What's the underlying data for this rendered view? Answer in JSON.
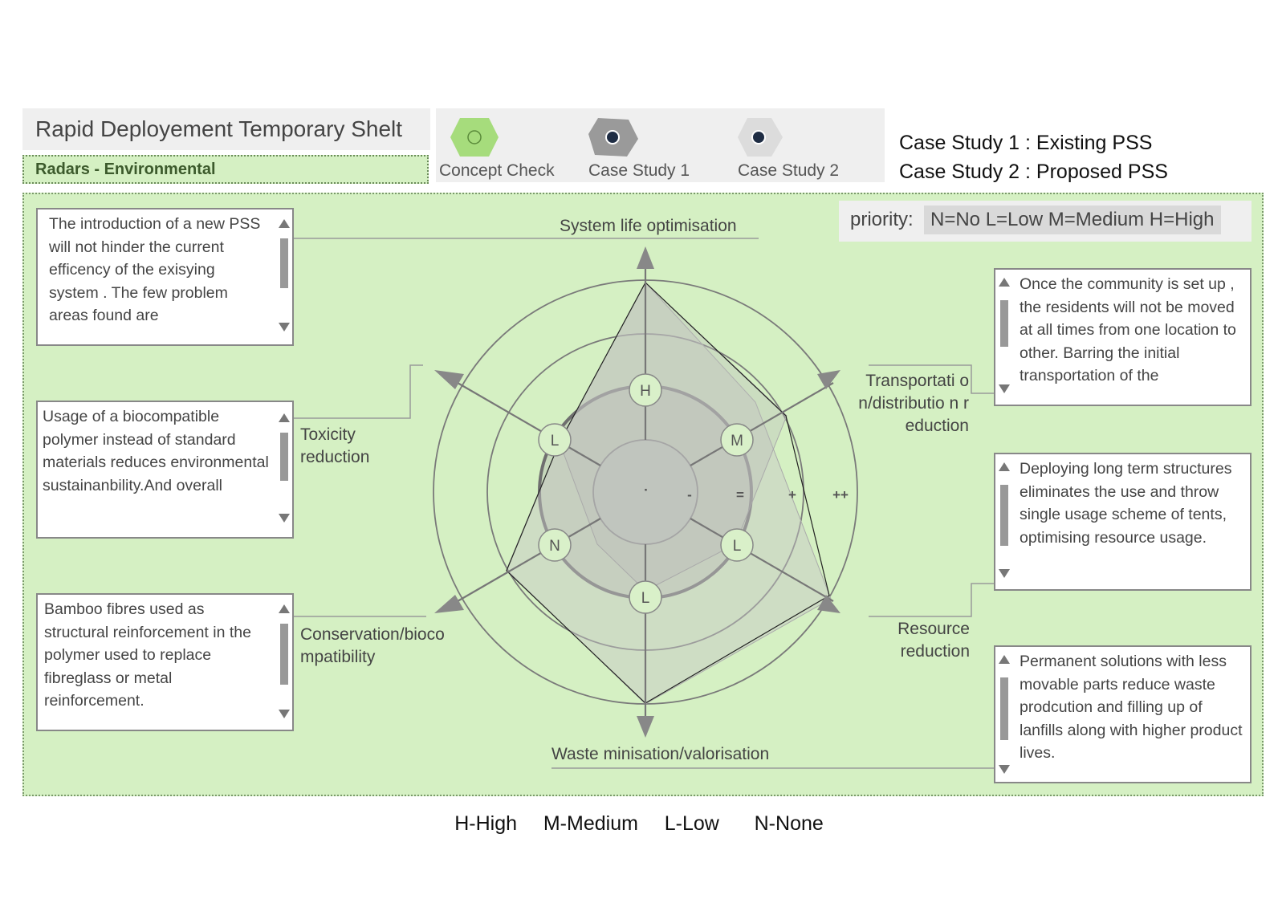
{
  "header": {
    "title": "Rapid Deployement Temporary Shelt",
    "section": "Radars - Environmental"
  },
  "legend": {
    "items": [
      {
        "label": "Concept Check",
        "icon": "concept-check-icon",
        "color": "#a6dc7c"
      },
      {
        "label": "Case Study 1",
        "icon": "case-study-1-icon",
        "color": "#9a9a9a"
      },
      {
        "label": "Case Study 2",
        "icon": "case-study-2-icon",
        "color": "#dcdcdc"
      }
    ]
  },
  "case_notes": [
    "Case Study 1 : Existing PSS",
    "Case Study 2 : Proposed PSS"
  ],
  "priority": {
    "label": "priority:",
    "values": "N=No  L=Low  M=Medium  H=High"
  },
  "notes": {
    "left_top": "The introduction of a new PSS will not hinder the current efficency of the exisying system . The few problem areas found are",
    "left_mid": "Usage of a biocompatible polymer instead of standard materials reduces environmental sustainanbility.And overall",
    "left_bottom": "Bamboo fibres used as structural reinforcement in the polymer used to replace fibreglass or metal reinforcement.",
    "right_top": "Once the community is set up , the residents will not be moved at all times from one location to other. Barring the initial transportation of the",
    "right_mid": "Deploying long term structures eliminates the use and throw single usage scheme of tents, optimising resource usage.",
    "right_bottom": "Permanent solutions with less movable parts reduce waste prodcution and filling up of lanfills along with higher product lives."
  },
  "radar": {
    "axes": [
      {
        "label": "System life optimisation",
        "priority": "H"
      },
      {
        "label": "Transportati on/distributio n reduction",
        "priority": "M"
      },
      {
        "label": "Resource reduction",
        "priority": "L"
      },
      {
        "label": "Waste minisation/valorisation",
        "priority": "L"
      },
      {
        "label": "Conservation/bioco mpatibility",
        "priority": "N"
      },
      {
        "label": "Toxicity reduction",
        "priority": "L"
      }
    ],
    "scale_labels": [
      "-",
      "=",
      "+",
      "++"
    ],
    "center_mark": "·"
  },
  "colors": {
    "panel": "#d5f0c3",
    "concept": "#a6dc7c",
    "case1": "#9a9a9a",
    "case2": "#dcdcdc"
  },
  "bottom_legend": "H-High   M-Medium   L-Low    N-None"
}
